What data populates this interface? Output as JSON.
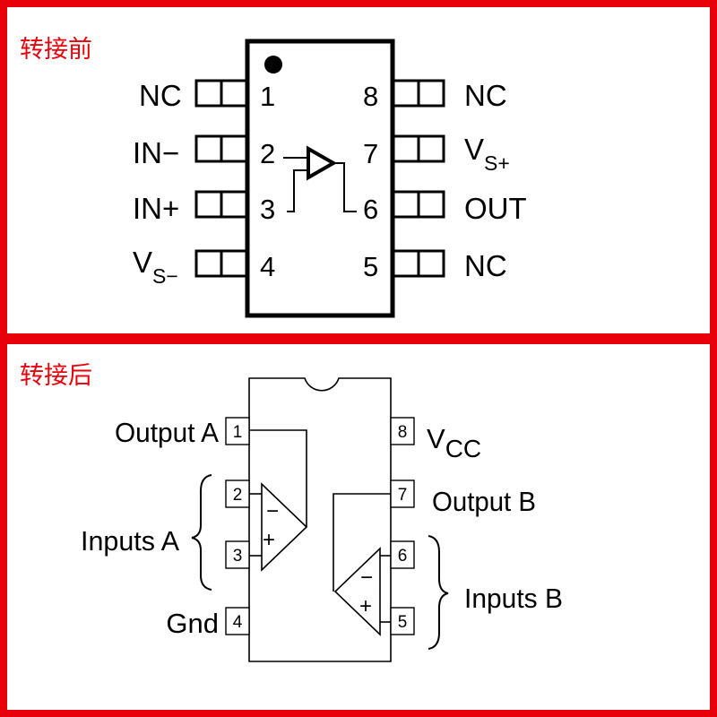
{
  "colors": {
    "frame": "#e8000a",
    "ink": "#000000",
    "caption": "#e8000a"
  },
  "top_panel": {
    "caption": "转接前",
    "left_pins": [
      {
        "num": "1",
        "name": "NC"
      },
      {
        "num": "2",
        "name": "IN−"
      },
      {
        "num": "3",
        "name": "IN+"
      },
      {
        "num": "4",
        "name": "V",
        "sub": "S−"
      }
    ],
    "right_pins": [
      {
        "num": "8",
        "name": "NC"
      },
      {
        "num": "7",
        "name": "V",
        "sub": "S+"
      },
      {
        "num": "6",
        "name": "OUT"
      },
      {
        "num": "5",
        "name": "NC"
      }
    ]
  },
  "bottom_panel": {
    "caption": "转接后",
    "left_pins": [
      {
        "num": "1",
        "name": "Output A"
      },
      {
        "num": "2",
        "name": ""
      },
      {
        "num": "3",
        "name": ""
      },
      {
        "num": "4",
        "name": "Gnd"
      }
    ],
    "right_pins": [
      {
        "num": "8",
        "name": "V",
        "sub": "CC"
      },
      {
        "num": "7",
        "name": "Output B"
      },
      {
        "num": "6",
        "name": ""
      },
      {
        "num": "5",
        "name": ""
      }
    ],
    "group_labels": {
      "inputs_a": "Inputs A",
      "inputs_b": "Inputs B"
    },
    "opamp_a": {
      "minus": "−",
      "plus": "+"
    },
    "opamp_b": {
      "minus": "−",
      "plus": "+"
    }
  }
}
